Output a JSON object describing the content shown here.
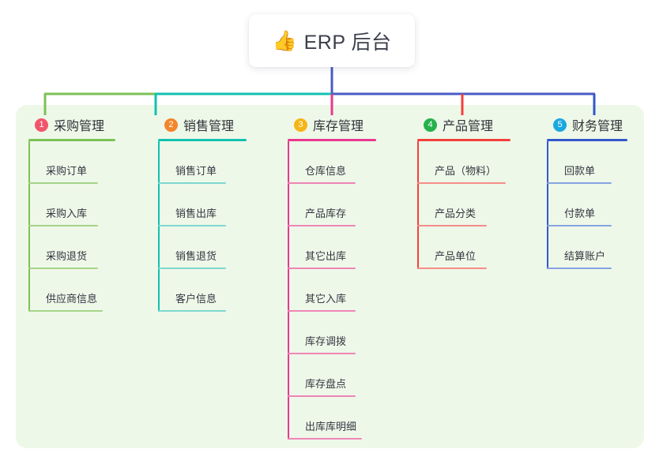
{
  "root": {
    "icon": "thumbs-up-icon",
    "emoji": "👍",
    "title": "ERP 后台"
  },
  "colors": {
    "panel_bg": "#eef8e9",
    "page_bg": "#ffffff",
    "root_text": "#3b3f4a",
    "branch_text": "#2f3238",
    "child_text": "#333740",
    "trunk": "#4a5bc4"
  },
  "branches": [
    {
      "index": "1",
      "label": "采购管理",
      "line_color": "#7cc255",
      "child_line_color": "#a6d487",
      "badge_color": "#f2546a",
      "children": [
        {
          "label": "采购订单"
        },
        {
          "label": "采购入库"
        },
        {
          "label": "采购退货"
        },
        {
          "label": "供应商信息"
        }
      ]
    },
    {
      "index": "2",
      "label": "销售管理",
      "line_color": "#12c1b0",
      "child_line_color": "#7fd7cf",
      "badge_color": "#f3852a",
      "children": [
        {
          "label": "销售订单"
        },
        {
          "label": "销售出库"
        },
        {
          "label": "销售退货"
        },
        {
          "label": "客户信息"
        }
      ]
    },
    {
      "index": "3",
      "label": "库存管理",
      "line_color": "#e8388f",
      "child_line_color": "#ee85b5",
      "badge_color": "#f5b517",
      "children": [
        {
          "label": "仓库信息"
        },
        {
          "label": "产品库存"
        },
        {
          "label": "其它出库"
        },
        {
          "label": "其它入库"
        },
        {
          "label": "库存调拨"
        },
        {
          "label": "库存盘点"
        },
        {
          "label": "出库库明细"
        }
      ]
    },
    {
      "index": "4",
      "label": "产品管理",
      "line_color": "#f4403c",
      "child_line_color": "#f58d87",
      "badge_color": "#26b14a",
      "children": [
        {
          "label": "产品（物料）"
        },
        {
          "label": "产品分类"
        },
        {
          "label": "产品单位"
        }
      ]
    },
    {
      "index": "5",
      "label": "财务管理",
      "line_color": "#3358cc",
      "child_line_color": "#86a3e0",
      "badge_color": "#19a8e0",
      "children": [
        {
          "label": "回款单"
        },
        {
          "label": "付款单"
        },
        {
          "label": "结算账户"
        }
      ]
    }
  ]
}
